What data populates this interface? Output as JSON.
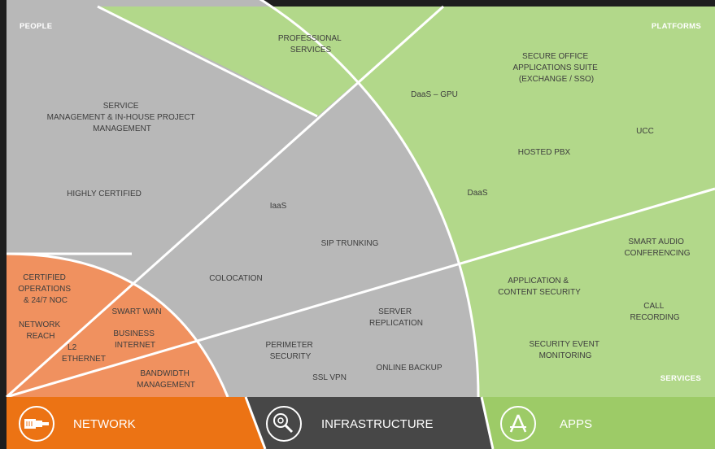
{
  "corners": {
    "people": "PEOPLE",
    "platforms": "PLATFORMS",
    "services": "SERVICES"
  },
  "people": {
    "service_mgmt": [
      "SERVICE",
      "MANAGEMENT & IN-HOUSE PROJECT",
      "MANAGEMENT"
    ],
    "highly_certified": "HIGHLY CERTIFIED"
  },
  "professional_services": [
    "PROFESSIONAL",
    "SERVICES"
  ],
  "platforms": {
    "secure_office": [
      "SECURE OFFICE",
      "APPLICATIONS SUITE",
      "(EXCHANGE / SSO)"
    ],
    "daas_gpu": "DaaS – GPU",
    "ucc": "UCC",
    "hosted_pbx": "HOSTED PBX",
    "daas": "DaaS"
  },
  "infrastructure": {
    "iaas": "IaaS",
    "sip_trunking": "SIP TRUNKING",
    "colocation": "COLOCATION",
    "server_replication": [
      "SERVER",
      "REPLICATION"
    ],
    "perimeter_security": [
      "PERIMETER",
      "SECURITY"
    ],
    "online_backup": "ONLINE BACKUP",
    "ssl_vpn": "SSL VPN"
  },
  "network": {
    "certified_ops": [
      "CERTIFIED",
      "OPERATIONS",
      "& 24/7 NOC"
    ],
    "network_reach": [
      "NETWORK",
      "REACH"
    ],
    "swart_wan": "SWART WAN",
    "business_internet": [
      "BUSINESS",
      "INTERNET"
    ],
    "l2_ethernet": [
      "L2",
      "ETHERNET"
    ],
    "bandwidth_mgmt": [
      "BANDWIDTH",
      "MANAGEMENT"
    ]
  },
  "services": {
    "smart_audio": [
      "SMART AUDIO",
      "CONFERENCING"
    ],
    "app_security": [
      "APPLICATION &",
      "CONTENT SECURITY"
    ],
    "call_recording": [
      "CALL",
      "RECORDING"
    ],
    "security_event": [
      "SECURITY EVENT",
      "MONITORING"
    ]
  },
  "footer": {
    "network": "NETWORK",
    "infrastructure": "INFRASTRUCTURE",
    "apps": "APPS"
  },
  "icons": {
    "network": "ethernet-cable-icon",
    "infrastructure": "magnifier-gear-icon",
    "apps": "app-store-icon"
  },
  "colors": {
    "green": "#b2d88a",
    "gray": "#b8b8b8",
    "orange": "#f0915f",
    "orange_bar": "#ec7314",
    "dark_bar": "#474747",
    "green_bar": "#9dcb67"
  }
}
